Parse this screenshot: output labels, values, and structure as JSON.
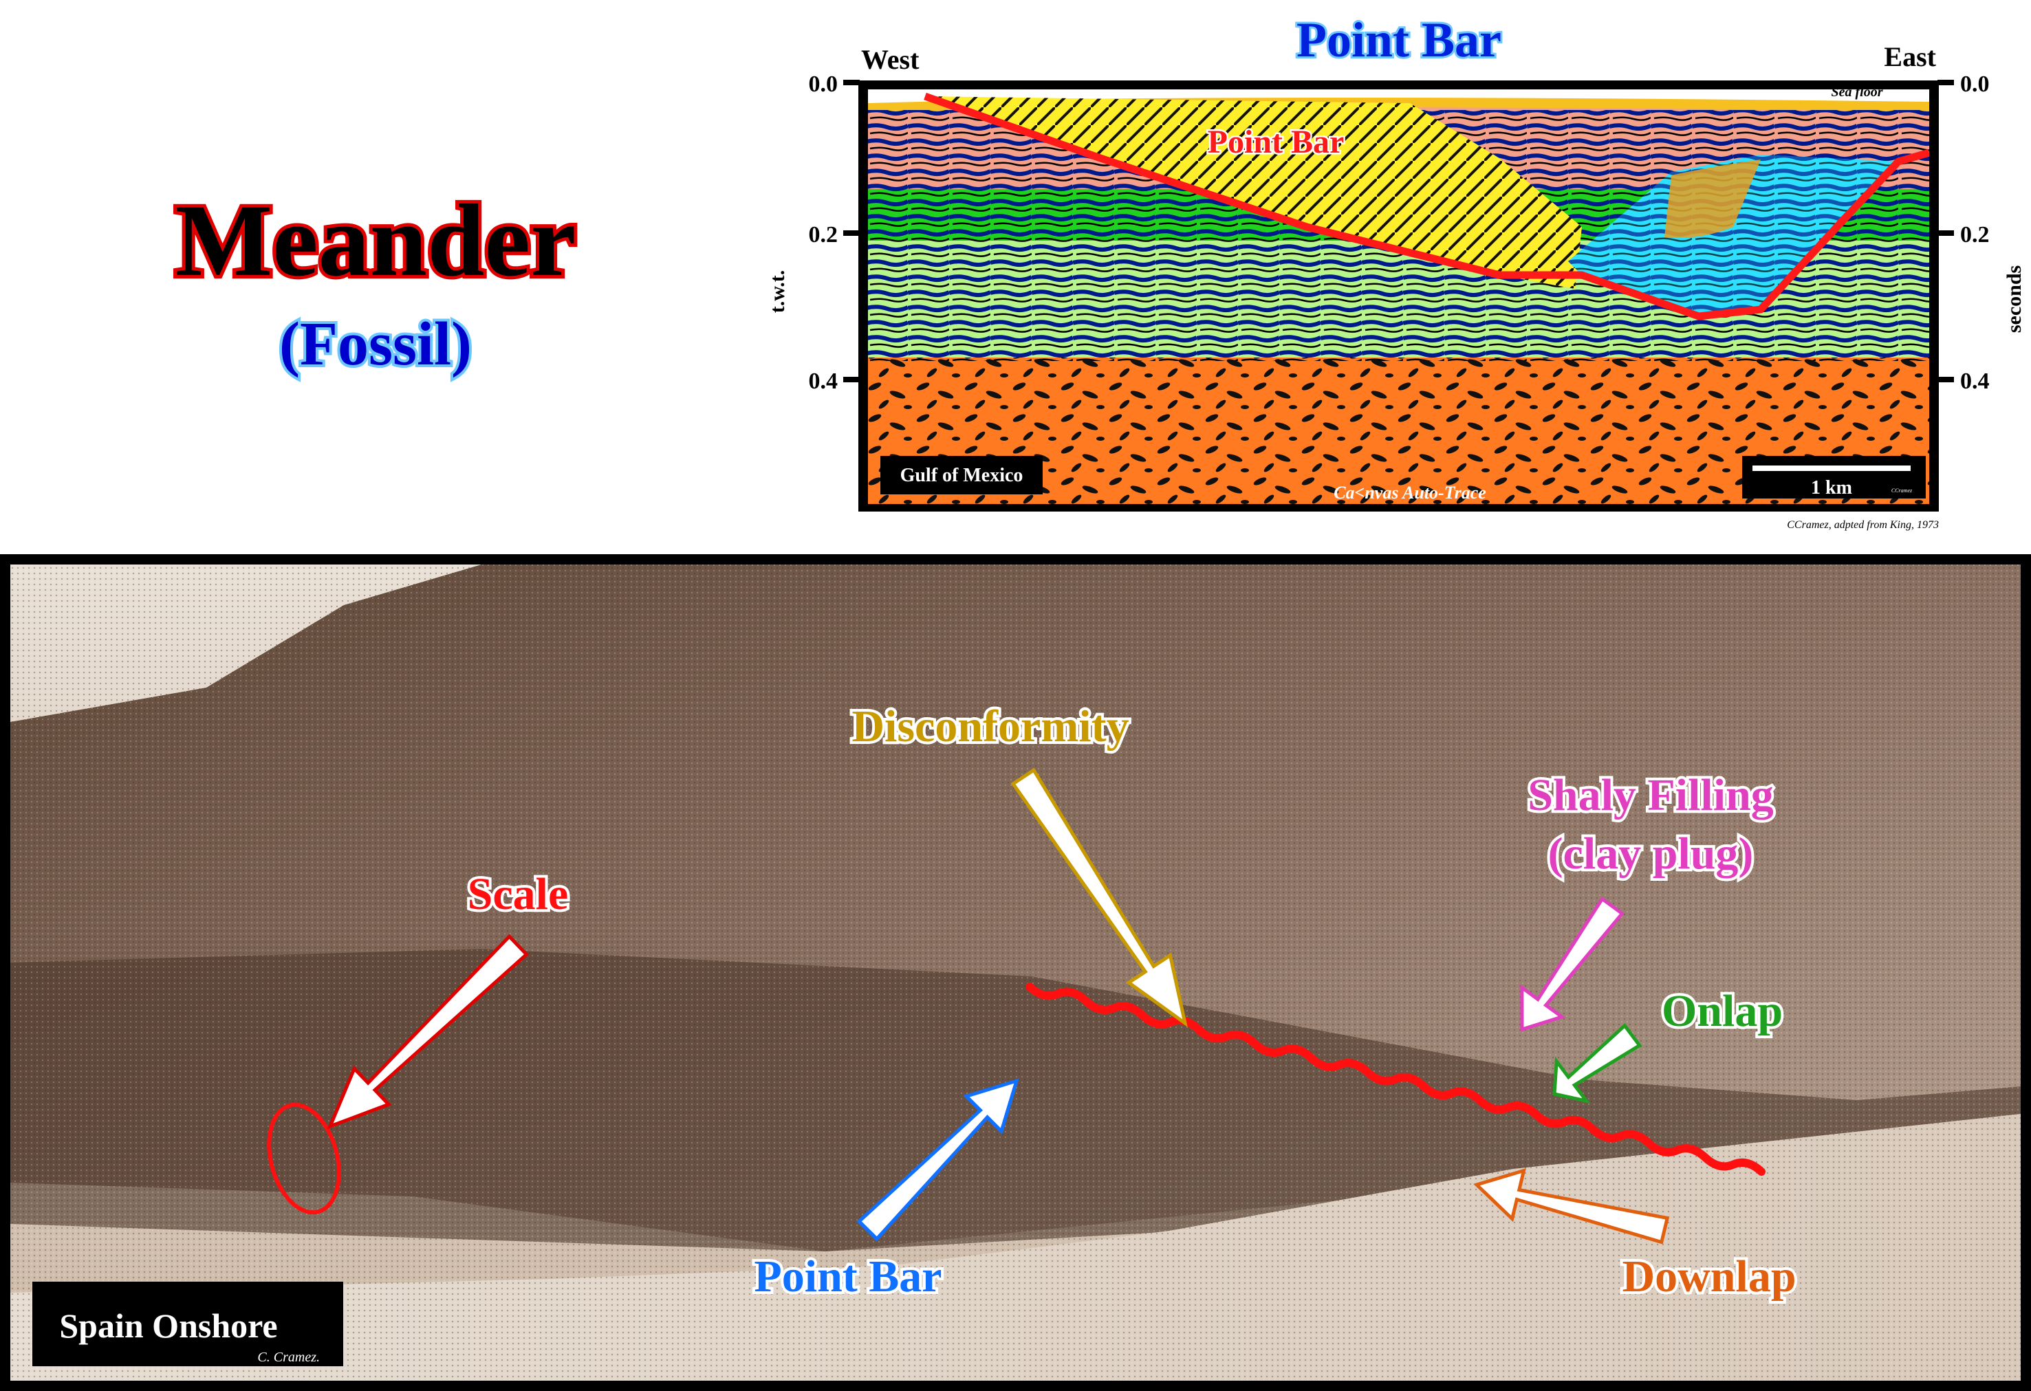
{
  "title": {
    "main": "Meander",
    "sub": "(Fossil)"
  },
  "seismic": {
    "title": "Point Bar",
    "west_label": "West",
    "east_label": "East",
    "left_axis_label": "t.w.t.",
    "right_axis_label": "seconds",
    "ticks": [
      "0.0",
      "0.2",
      "0.4"
    ],
    "sea_floor_label": "Sea floor",
    "point_bar_label": "Point Bar",
    "location_label": "Gulf of Mexico",
    "scale_label": "1 km",
    "scale_credit": "CCramez",
    "software_label": "Ca<nvas Auto-Trace",
    "credit": "CCramez, adpted from King, 1973"
  },
  "photo": {
    "location_label": "Spain Onshore",
    "author": "C. Cramez.",
    "annotations": {
      "disconformity": "Disconformity",
      "shaly_filling_1": "Shaly Filling",
      "shaly_filling_2": "(clay plug)",
      "scale": "Scale",
      "onlap": "Onlap",
      "point_bar": "Point Bar",
      "downlap": "Downlap"
    }
  },
  "colors": {
    "title_red": "#e00000",
    "title_blue": "#0000cc",
    "disconformity": "#c89a00",
    "shaly": "#e040c0",
    "scale": "#e00000",
    "onlap": "#20a020",
    "point_bar": "#1070ff",
    "downlap": "#e06010"
  }
}
